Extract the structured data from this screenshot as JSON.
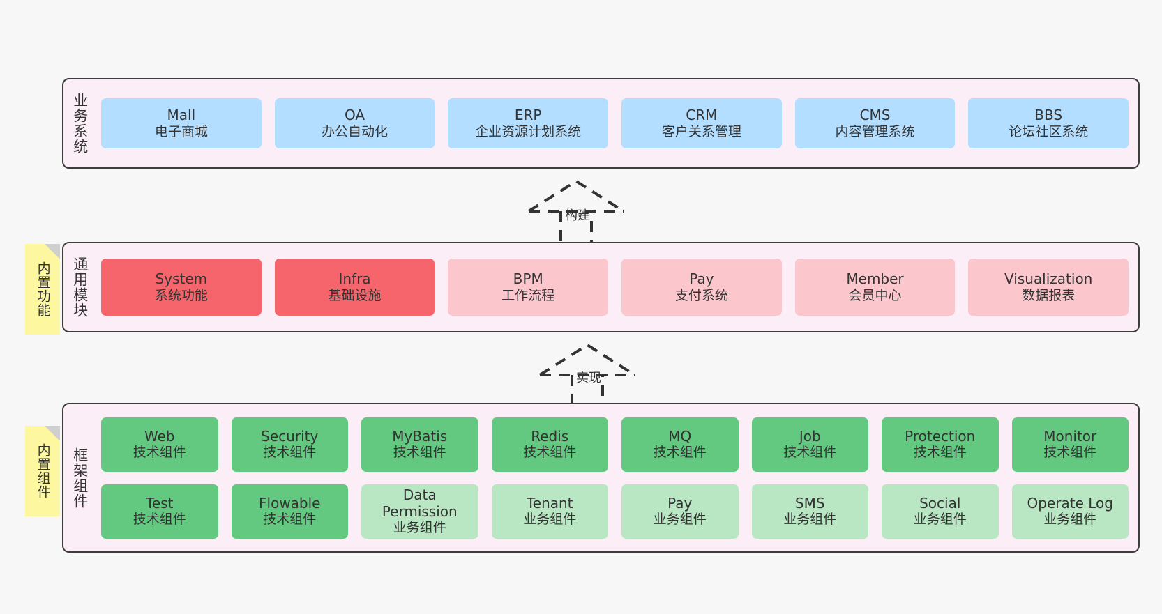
{
  "notes": [
    {
      "id": "builtin-function",
      "text": "内置功能"
    },
    {
      "id": "builtin-component",
      "text": "内置组件"
    }
  ],
  "connectors": [
    {
      "id": "build",
      "label": "构建",
      "style": "dashed-hollow-triangle-arrow",
      "direction": "up"
    },
    {
      "id": "implement",
      "label": "实现",
      "style": "dashed-hollow-triangle-arrow",
      "direction": "up"
    }
  ],
  "layers": [
    {
      "id": "business-system",
      "title": "业务系统",
      "rows": [
        {
          "cells": [
            {
              "name": "Mall",
              "desc": "电子商城",
              "color": "#b3deff",
              "variant": "c-blue"
            },
            {
              "name": "OA",
              "desc": "办公自动化",
              "color": "#b3deff",
              "variant": "c-blue"
            },
            {
              "name": "ERP",
              "desc": "企业资源计划系统",
              "color": "#b3deff",
              "variant": "c-blue"
            },
            {
              "name": "CRM",
              "desc": "客户关系管理",
              "color": "#b3deff",
              "variant": "c-blue"
            },
            {
              "name": "CMS",
              "desc": "内容管理系统",
              "color": "#b3deff",
              "variant": "c-blue"
            },
            {
              "name": "BBS",
              "desc": "论坛社区系统",
              "color": "#b3deff",
              "variant": "c-blue"
            }
          ]
        }
      ]
    },
    {
      "id": "common-module",
      "title": "通用模块",
      "rows": [
        {
          "cells": [
            {
              "name": "System",
              "desc": "系统功能",
              "color": "#f5656b",
              "variant": "c-red"
            },
            {
              "name": "Infra",
              "desc": "基础设施",
              "color": "#f5656b",
              "variant": "c-red"
            },
            {
              "name": "BPM",
              "desc": "工作流程",
              "color": "#fcc6cd",
              "variant": "c-pink"
            },
            {
              "name": "Pay",
              "desc": "支付系统",
              "color": "#fcc6cd",
              "variant": "c-pink"
            },
            {
              "name": "Member",
              "desc": "会员中心",
              "color": "#fcc6cd",
              "variant": "c-pink"
            },
            {
              "name": "Visualization",
              "desc": "数据报表",
              "color": "#fcc6cd",
              "variant": "c-pink"
            }
          ]
        }
      ]
    },
    {
      "id": "framework-component",
      "title": "框架组件",
      "rows": [
        {
          "cells": [
            {
              "name": "Web",
              "desc": "技术组件",
              "color": "#63c981",
              "variant": "c-green"
            },
            {
              "name": "Security",
              "desc": "技术组件",
              "color": "#63c981",
              "variant": "c-green"
            },
            {
              "name": "MyBatis",
              "desc": "技术组件",
              "color": "#63c981",
              "variant": "c-green"
            },
            {
              "name": "Redis",
              "desc": "技术组件",
              "color": "#63c981",
              "variant": "c-green"
            },
            {
              "name": "MQ",
              "desc": "技术组件",
              "color": "#63c981",
              "variant": "c-green"
            },
            {
              "name": "Job",
              "desc": "技术组件",
              "color": "#63c981",
              "variant": "c-green"
            },
            {
              "name": "Protection",
              "desc": "技术组件",
              "color": "#63c981",
              "variant": "c-green"
            },
            {
              "name": "Monitor",
              "desc": "技术组件",
              "color": "#63c981",
              "variant": "c-green"
            }
          ]
        },
        {
          "cells": [
            {
              "name": "Test",
              "desc": "技术组件",
              "color": "#63c981",
              "variant": "c-green"
            },
            {
              "name": "Flowable",
              "desc": "技术组件",
              "color": "#63c981",
              "variant": "c-green"
            },
            {
              "name": "Data Permission",
              "desc": "业务组件",
              "color": "#b9e7c3",
              "variant": "c-lightgreen"
            },
            {
              "name": "Tenant",
              "desc": "业务组件",
              "color": "#b9e7c3",
              "variant": "c-lightgreen"
            },
            {
              "name": "Pay",
              "desc": "业务组件",
              "color": "#b9e7c3",
              "variant": "c-lightgreen"
            },
            {
              "name": "SMS",
              "desc": "业务组件",
              "color": "#b9e7c3",
              "variant": "c-lightgreen"
            },
            {
              "name": "Social",
              "desc": "业务组件",
              "color": "#b9e7c3",
              "variant": "c-lightgreen"
            },
            {
              "name": "Operate Log",
              "desc": "业务组件",
              "color": "#b9e7c3",
              "variant": "c-lightgreen"
            }
          ]
        }
      ]
    }
  ],
  "theme": {
    "background": "#f7f7f7",
    "layer_fill": "#fbeef7",
    "layer_border": "#3d3d3d",
    "note_fill": "#fdf7a0",
    "note_fold": "#cfcfcf",
    "text": "#333333"
  }
}
